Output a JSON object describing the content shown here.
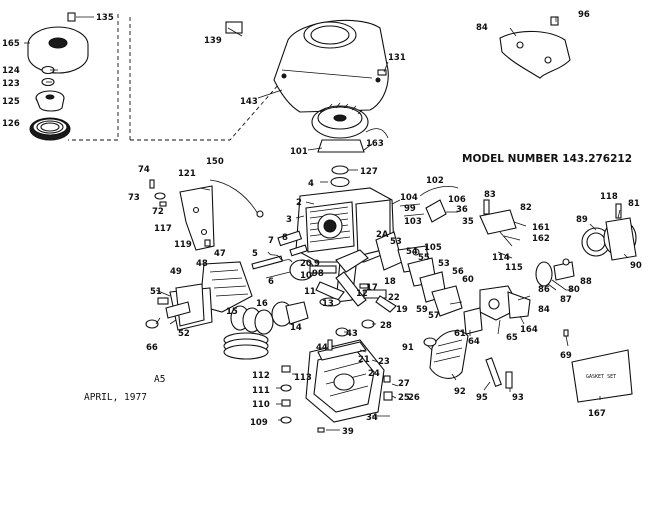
{
  "header": {
    "model_number": "MODEL NUMBER 143.276212"
  },
  "footer": {
    "code": "A5",
    "date": "APRIL, 1977"
  },
  "gasket_set_label": "GASKET SET",
  "callouts": [
    "135",
    "165",
    "124",
    "123",
    "125",
    "126",
    "139",
    "143",
    "131",
    "84",
    "96",
    "101",
    "163",
    "127",
    "4",
    "2",
    "3",
    "104",
    "99",
    "103",
    "102",
    "106",
    "36",
    "35",
    "105",
    "83",
    "82",
    "161",
    "162",
    "114",
    "115",
    "118",
    "81",
    "89",
    "90",
    "88",
    "80",
    "87",
    "86",
    "84b",
    "150",
    "74",
    "73",
    "72",
    "121",
    "117",
    "119",
    "5",
    "6",
    "7",
    "8",
    "9",
    "47",
    "48",
    "49",
    "51",
    "52",
    "66",
    "15",
    "16",
    "14",
    "10",
    "11",
    "13",
    "12",
    "17",
    "18",
    "22",
    "43",
    "28",
    "44",
    "25",
    "23",
    "24",
    "21",
    "27",
    "26",
    "34",
    "39",
    "53",
    "54",
    "55",
    "56",
    "57",
    "59",
    "60",
    "61",
    "64",
    "65",
    "164",
    "69",
    "91",
    "92",
    "95",
    "93",
    "167",
    "112",
    "113",
    "111",
    "110",
    "109",
    "2A",
    "98",
    "20",
    "19"
  ]
}
